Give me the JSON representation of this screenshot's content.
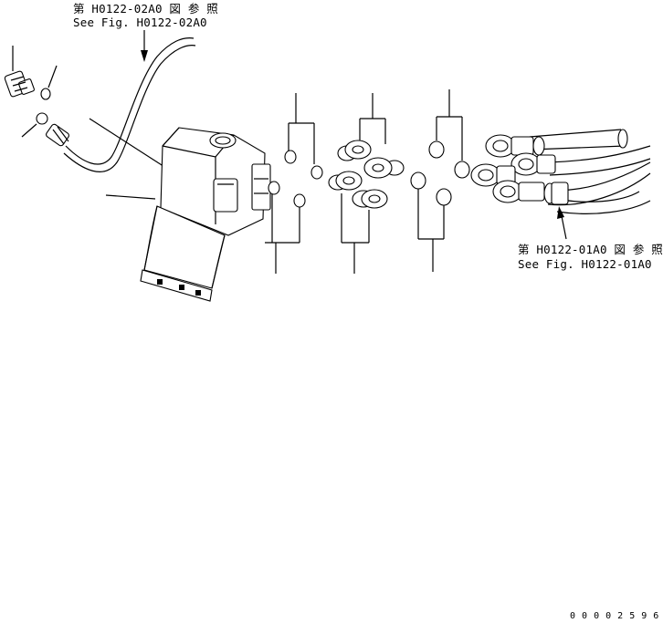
{
  "callouts": {
    "top": {
      "line1": "第 H0122-02A0 図 参 照",
      "line2": "See Fig. H0122-02A0"
    },
    "right": {
      "line1": "第 H0122-01A0 図 参 照",
      "line2": "See Fig. H0122-01A0"
    }
  },
  "drawing_number": "0 0 0 0 2 5 9 6"
}
